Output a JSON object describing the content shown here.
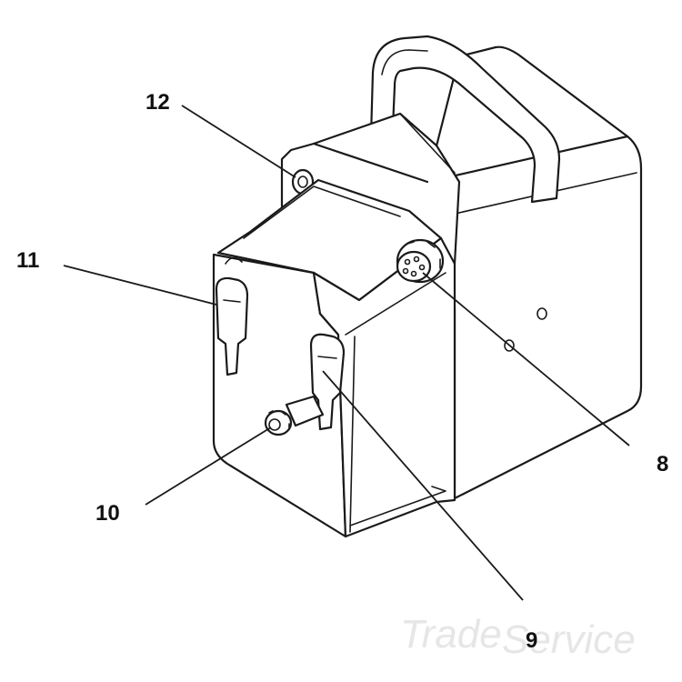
{
  "callouts": {
    "c12": "12",
    "c11": "11",
    "c10": "10",
    "c9": "9",
    "c8": "8"
  },
  "watermark": {
    "part1": "Trade",
    "part2": "Service"
  }
}
